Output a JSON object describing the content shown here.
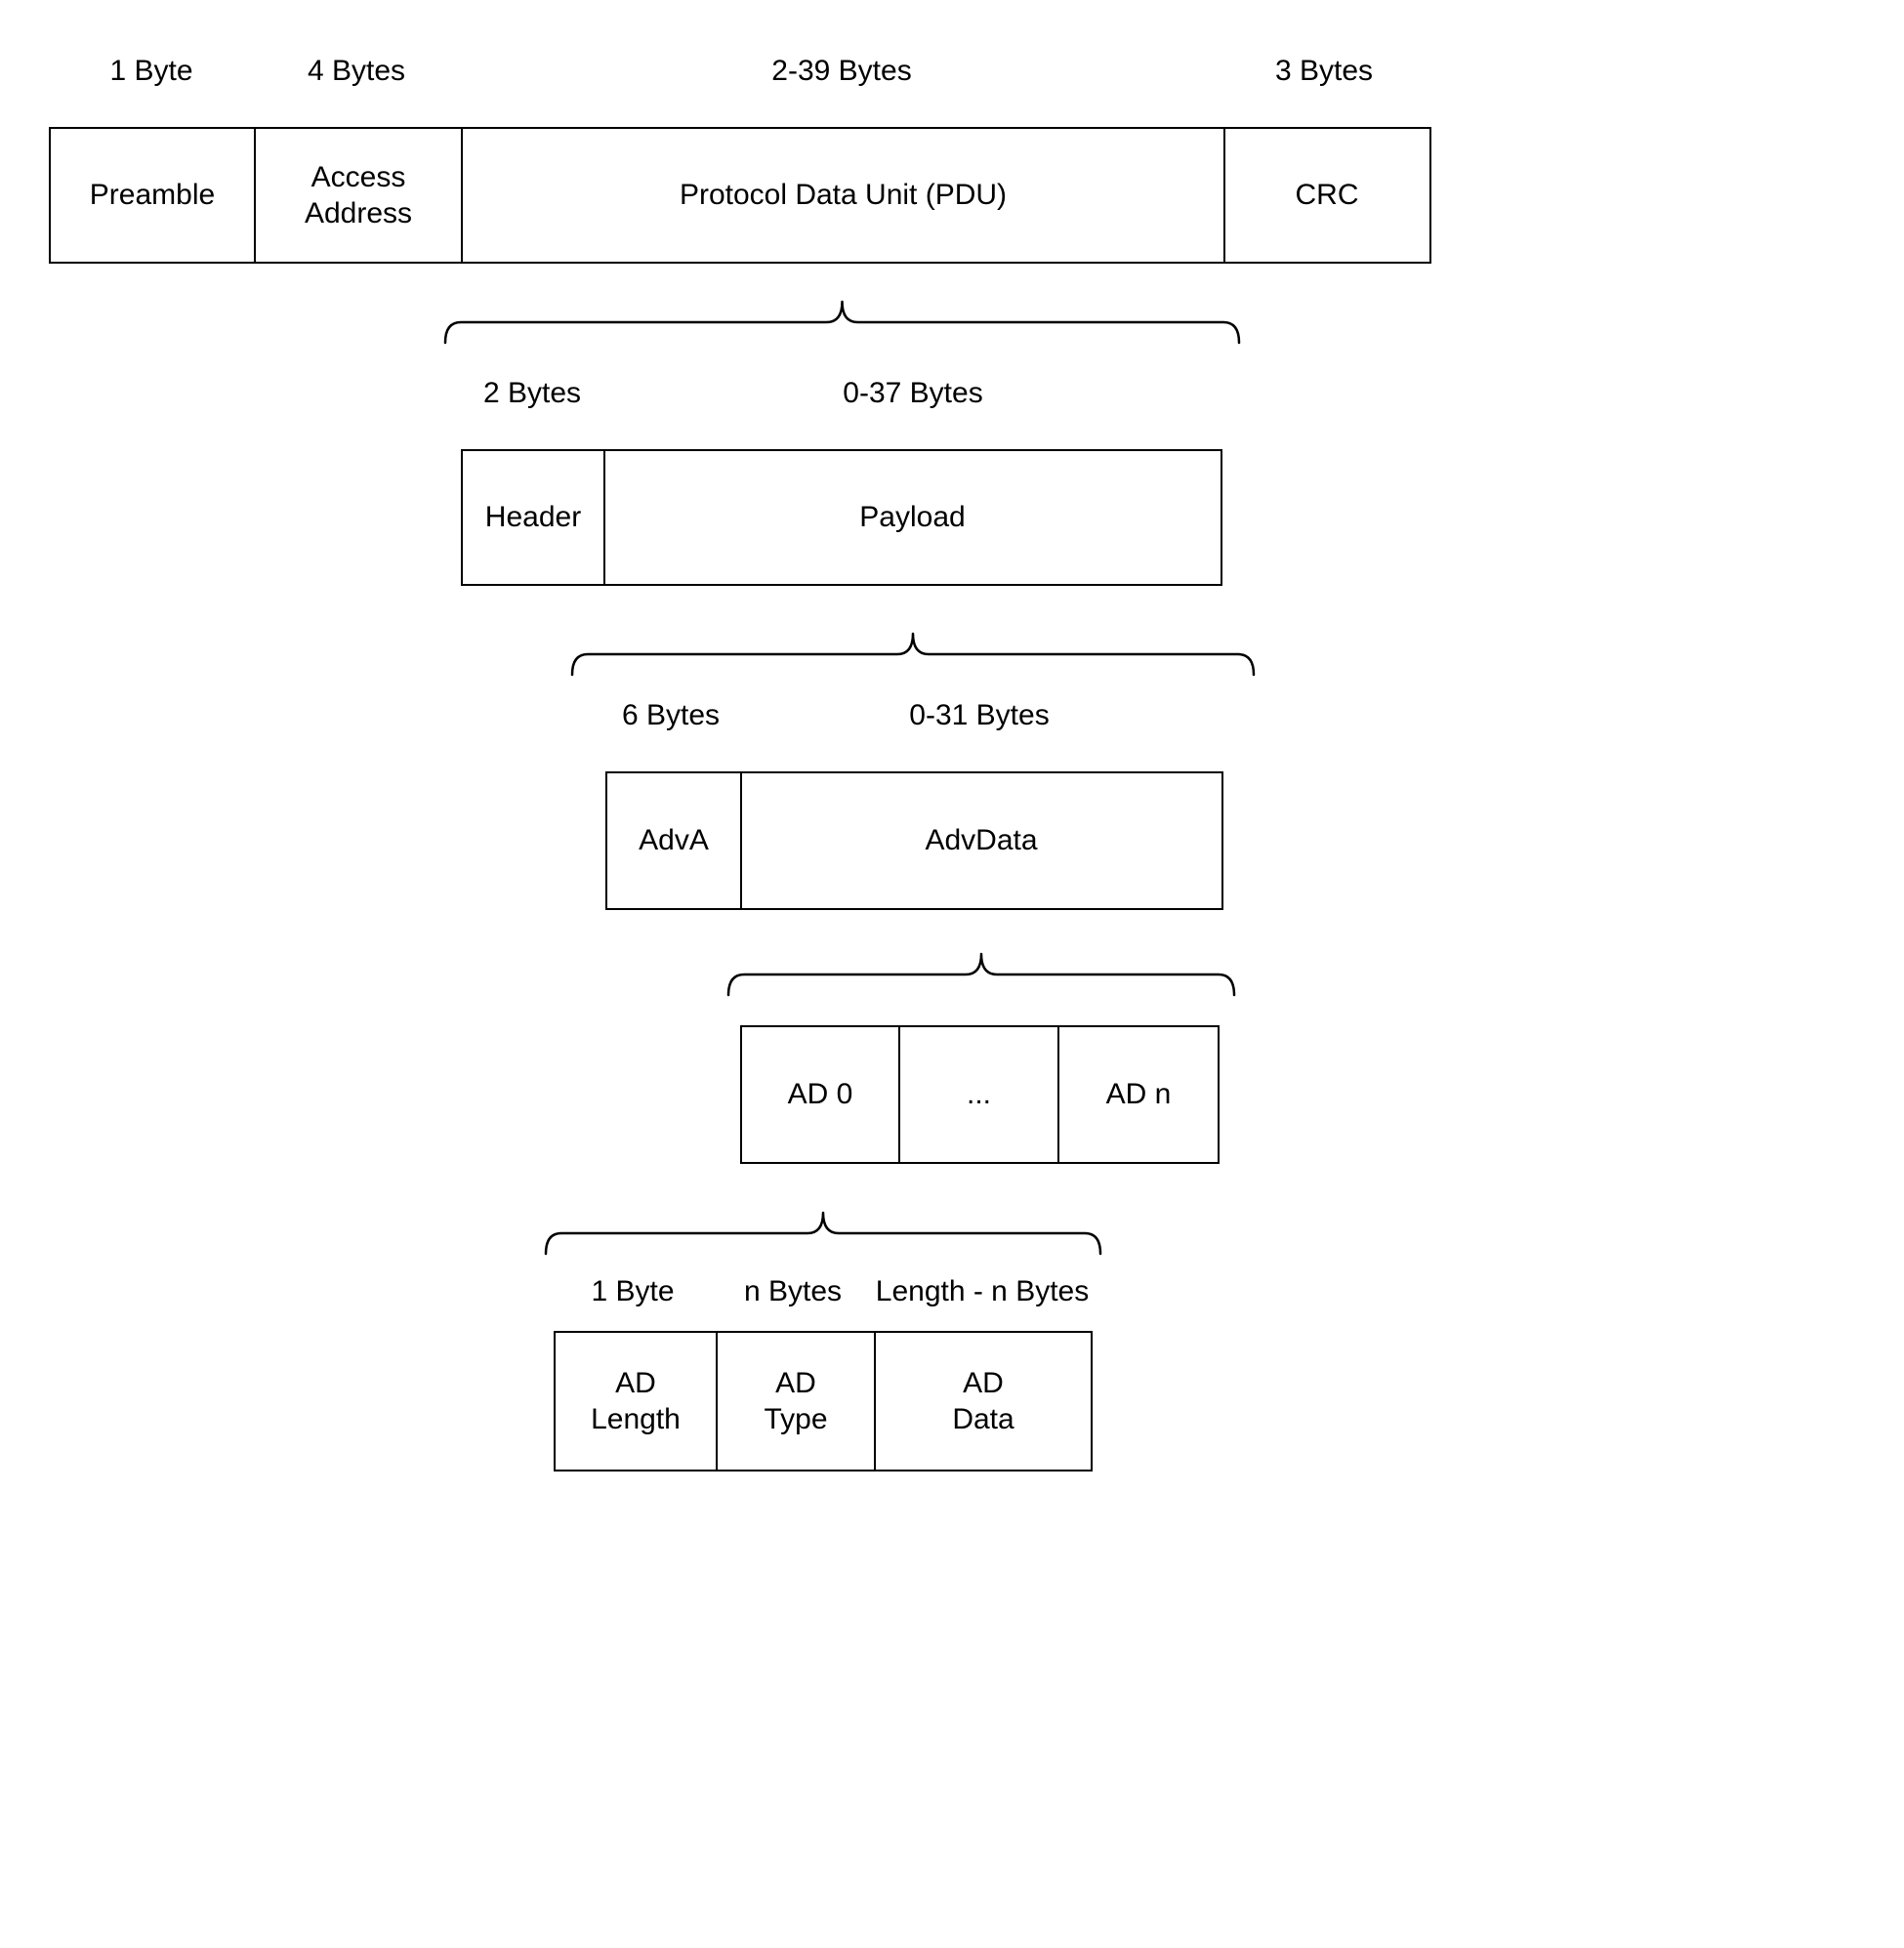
{
  "colors": {
    "border": "#000000",
    "background": "#ffffff",
    "text": "#000000"
  },
  "packet_row": {
    "size_labels": [
      "1 Byte",
      "4 Bytes",
      "2-39 Bytes",
      "3 Bytes"
    ],
    "fields": [
      "Preamble",
      "Access\nAddress",
      "Protocol Data Unit (PDU)",
      "CRC"
    ]
  },
  "pdu_row": {
    "size_labels": [
      "2 Bytes",
      "0-37 Bytes"
    ],
    "fields": [
      "Header",
      "Payload"
    ]
  },
  "payload_row": {
    "size_labels": [
      "6 Bytes",
      "0-31 Bytes"
    ],
    "fields": [
      "AdvA",
      "AdvData"
    ]
  },
  "advdata_row": {
    "fields": [
      "AD 0",
      "...",
      "AD n"
    ]
  },
  "ad_structure_row": {
    "size_labels": [
      "1 Byte",
      "n Bytes",
      "Length - n Bytes"
    ],
    "fields": [
      "AD\nLength",
      "AD\nType",
      "AD\nData"
    ]
  }
}
